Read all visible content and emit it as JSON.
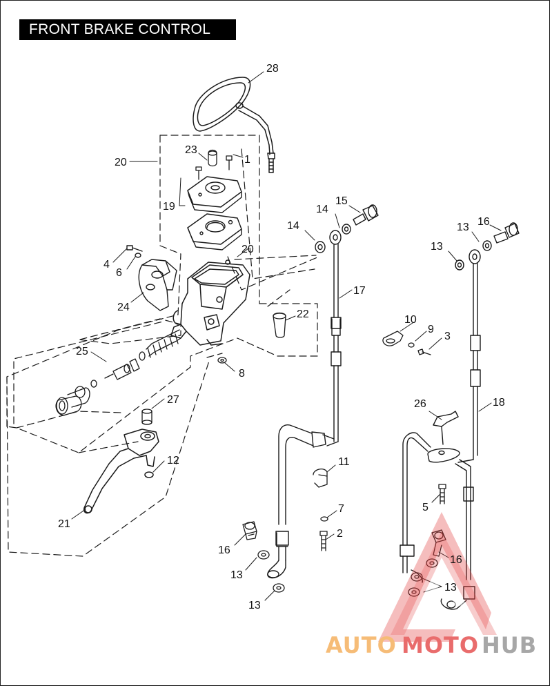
{
  "title": "FRONT BRAKE CONTROL",
  "colors": {
    "line": "#1a1a1a",
    "watermark_red": "#e23b3b",
    "watermark_orange": "#f3a64a",
    "watermark_gray": "#8a8a8a"
  },
  "labels": {
    "l1": "1",
    "l2": "2",
    "l3": "3",
    "l4": "4",
    "l5": "5",
    "l6": "6",
    "l7": "7",
    "l8": "8",
    "l9": "9",
    "l10": "10",
    "l11": "11",
    "l12": "12",
    "l13a": "13",
    "l13b": "13",
    "l13c": "13",
    "l13d": "13",
    "l13e": "13",
    "l14a": "14",
    "l14b": "14",
    "l15": "15",
    "l16a": "16",
    "l16b": "16",
    "l16c": "16",
    "l17": "17",
    "l18": "18",
    "l19": "19",
    "l20a": "20",
    "l20b": "20",
    "l21": "21",
    "l22": "22",
    "l23": "23",
    "l24": "24",
    "l25": "25",
    "l26": "26",
    "l27": "27",
    "l28": "28"
  },
  "watermark": {
    "part1": "AUTO",
    "part2": "MOTO",
    "part3": "HUB"
  }
}
